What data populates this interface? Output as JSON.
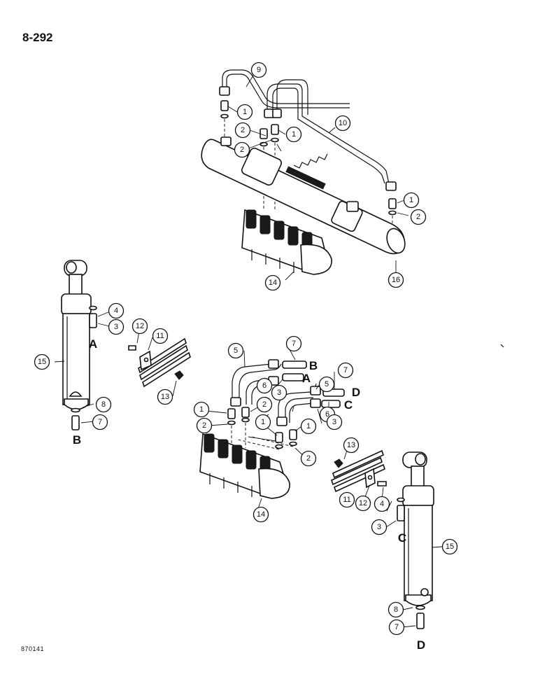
{
  "page": {
    "number": "8-292",
    "drawing_id": "870141"
  },
  "callouts": {
    "upper": [
      "9",
      "1",
      "10",
      "2",
      "1",
      "2",
      "1",
      "2",
      "14",
      "16"
    ],
    "left_cylinder": [
      "4",
      "3",
      "15",
      "8",
      "7"
    ],
    "left_bracket": [
      "12",
      "11",
      "13"
    ],
    "lower": [
      "7",
      "5",
      "7",
      "6",
      "5",
      "3",
      "1",
      "2",
      "2",
      "6",
      "3",
      "1",
      "1",
      "2",
      "14"
    ],
    "right_bracket": [
      "13",
      "11",
      "12"
    ],
    "right_cylinder": [
      "4",
      "3",
      "15",
      "8",
      "7"
    ]
  },
  "port_labels": {
    "left_top": "A",
    "left_bottom": "B",
    "lower_B": "B",
    "lower_A": "A",
    "lower_D": "D",
    "lower_C": "C",
    "right_top": "C",
    "right_bottom": "D"
  }
}
